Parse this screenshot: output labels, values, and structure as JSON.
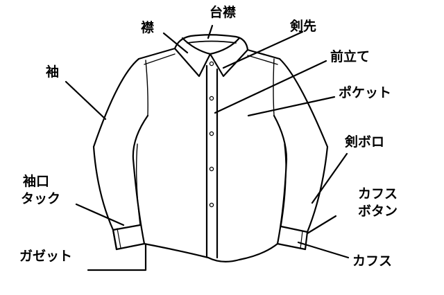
{
  "labels": {
    "daieri": "台襟",
    "eri": "襟",
    "kensaki": "剣先",
    "maetate": "前立て",
    "sode": "袖",
    "pocket": "ポケット",
    "kenboro": "剣ボロ",
    "sodeguchi_line1": "袖口",
    "sodeguchi_line2": "タック",
    "cuffbutton_line1": "カフス",
    "cuffbutton_line2": "ボタン",
    "gusset": "ガゼット",
    "cuff": "カフス"
  },
  "colors": {
    "line": "#000000",
    "background": "#ffffff"
  }
}
